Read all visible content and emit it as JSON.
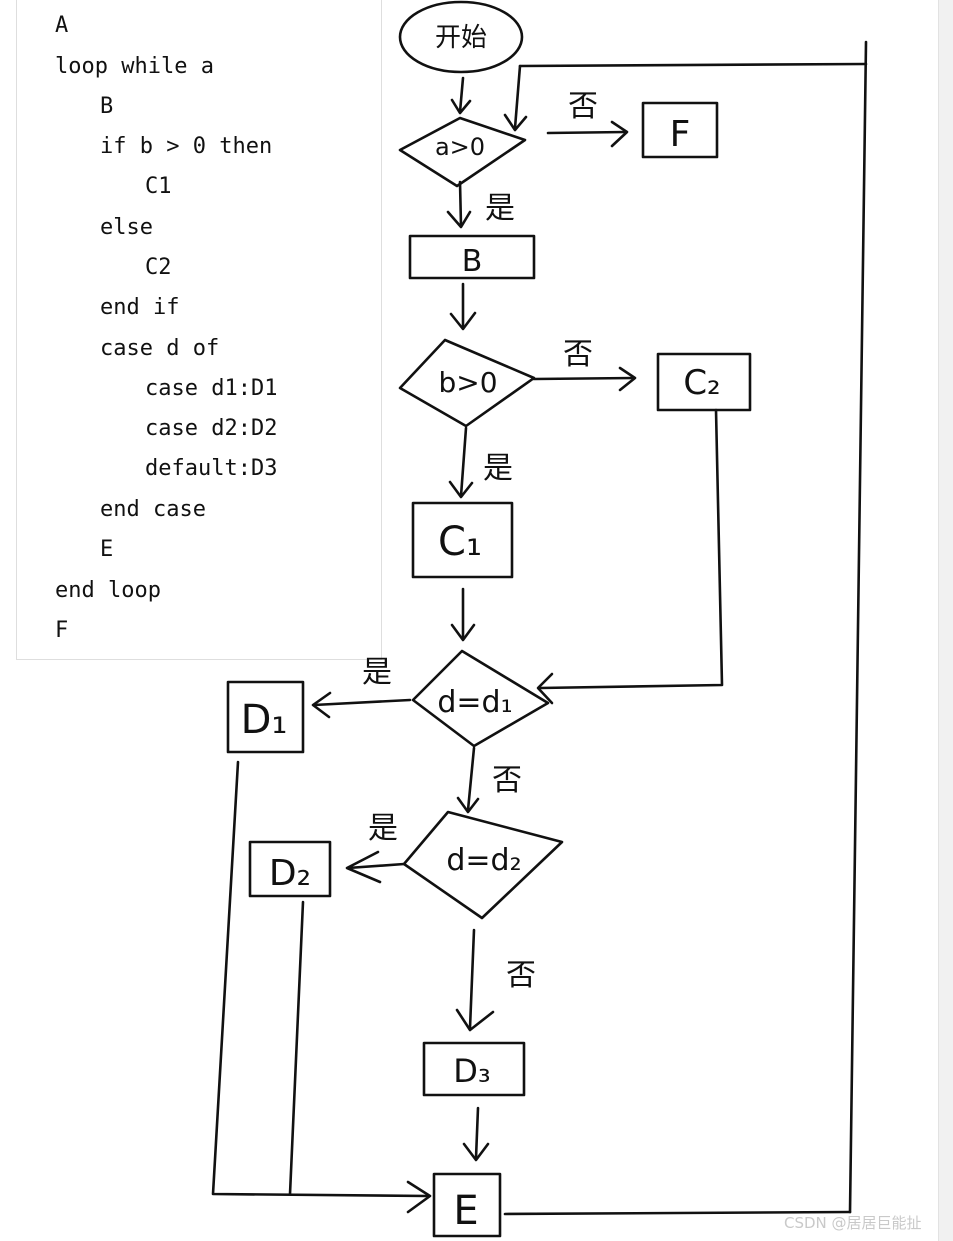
{
  "code_lines": [
    "A",
    "loop while a",
    "B",
    "if b > 0 then",
    "C1",
    "else",
    "C2",
    "end if",
    "case d of",
    "case d1:D1",
    "case d2:D2",
    "default:D3",
    "end case",
    "E",
    "end loop",
    "F"
  ],
  "nodes": {
    "start": "开始",
    "cond_a": "a>0",
    "F": "F",
    "B": "B",
    "cond_b": "b>0",
    "C1": "C₁",
    "C2": "C₂",
    "cond_d1": "d=d₁",
    "D1": "D₁",
    "cond_d2": "d=d₂",
    "D2": "D₂",
    "D3": "D₃",
    "E": "E"
  },
  "edge_labels": {
    "yes": "是",
    "no": "否"
  },
  "watermark": "CSDN @居居巨能扯"
}
